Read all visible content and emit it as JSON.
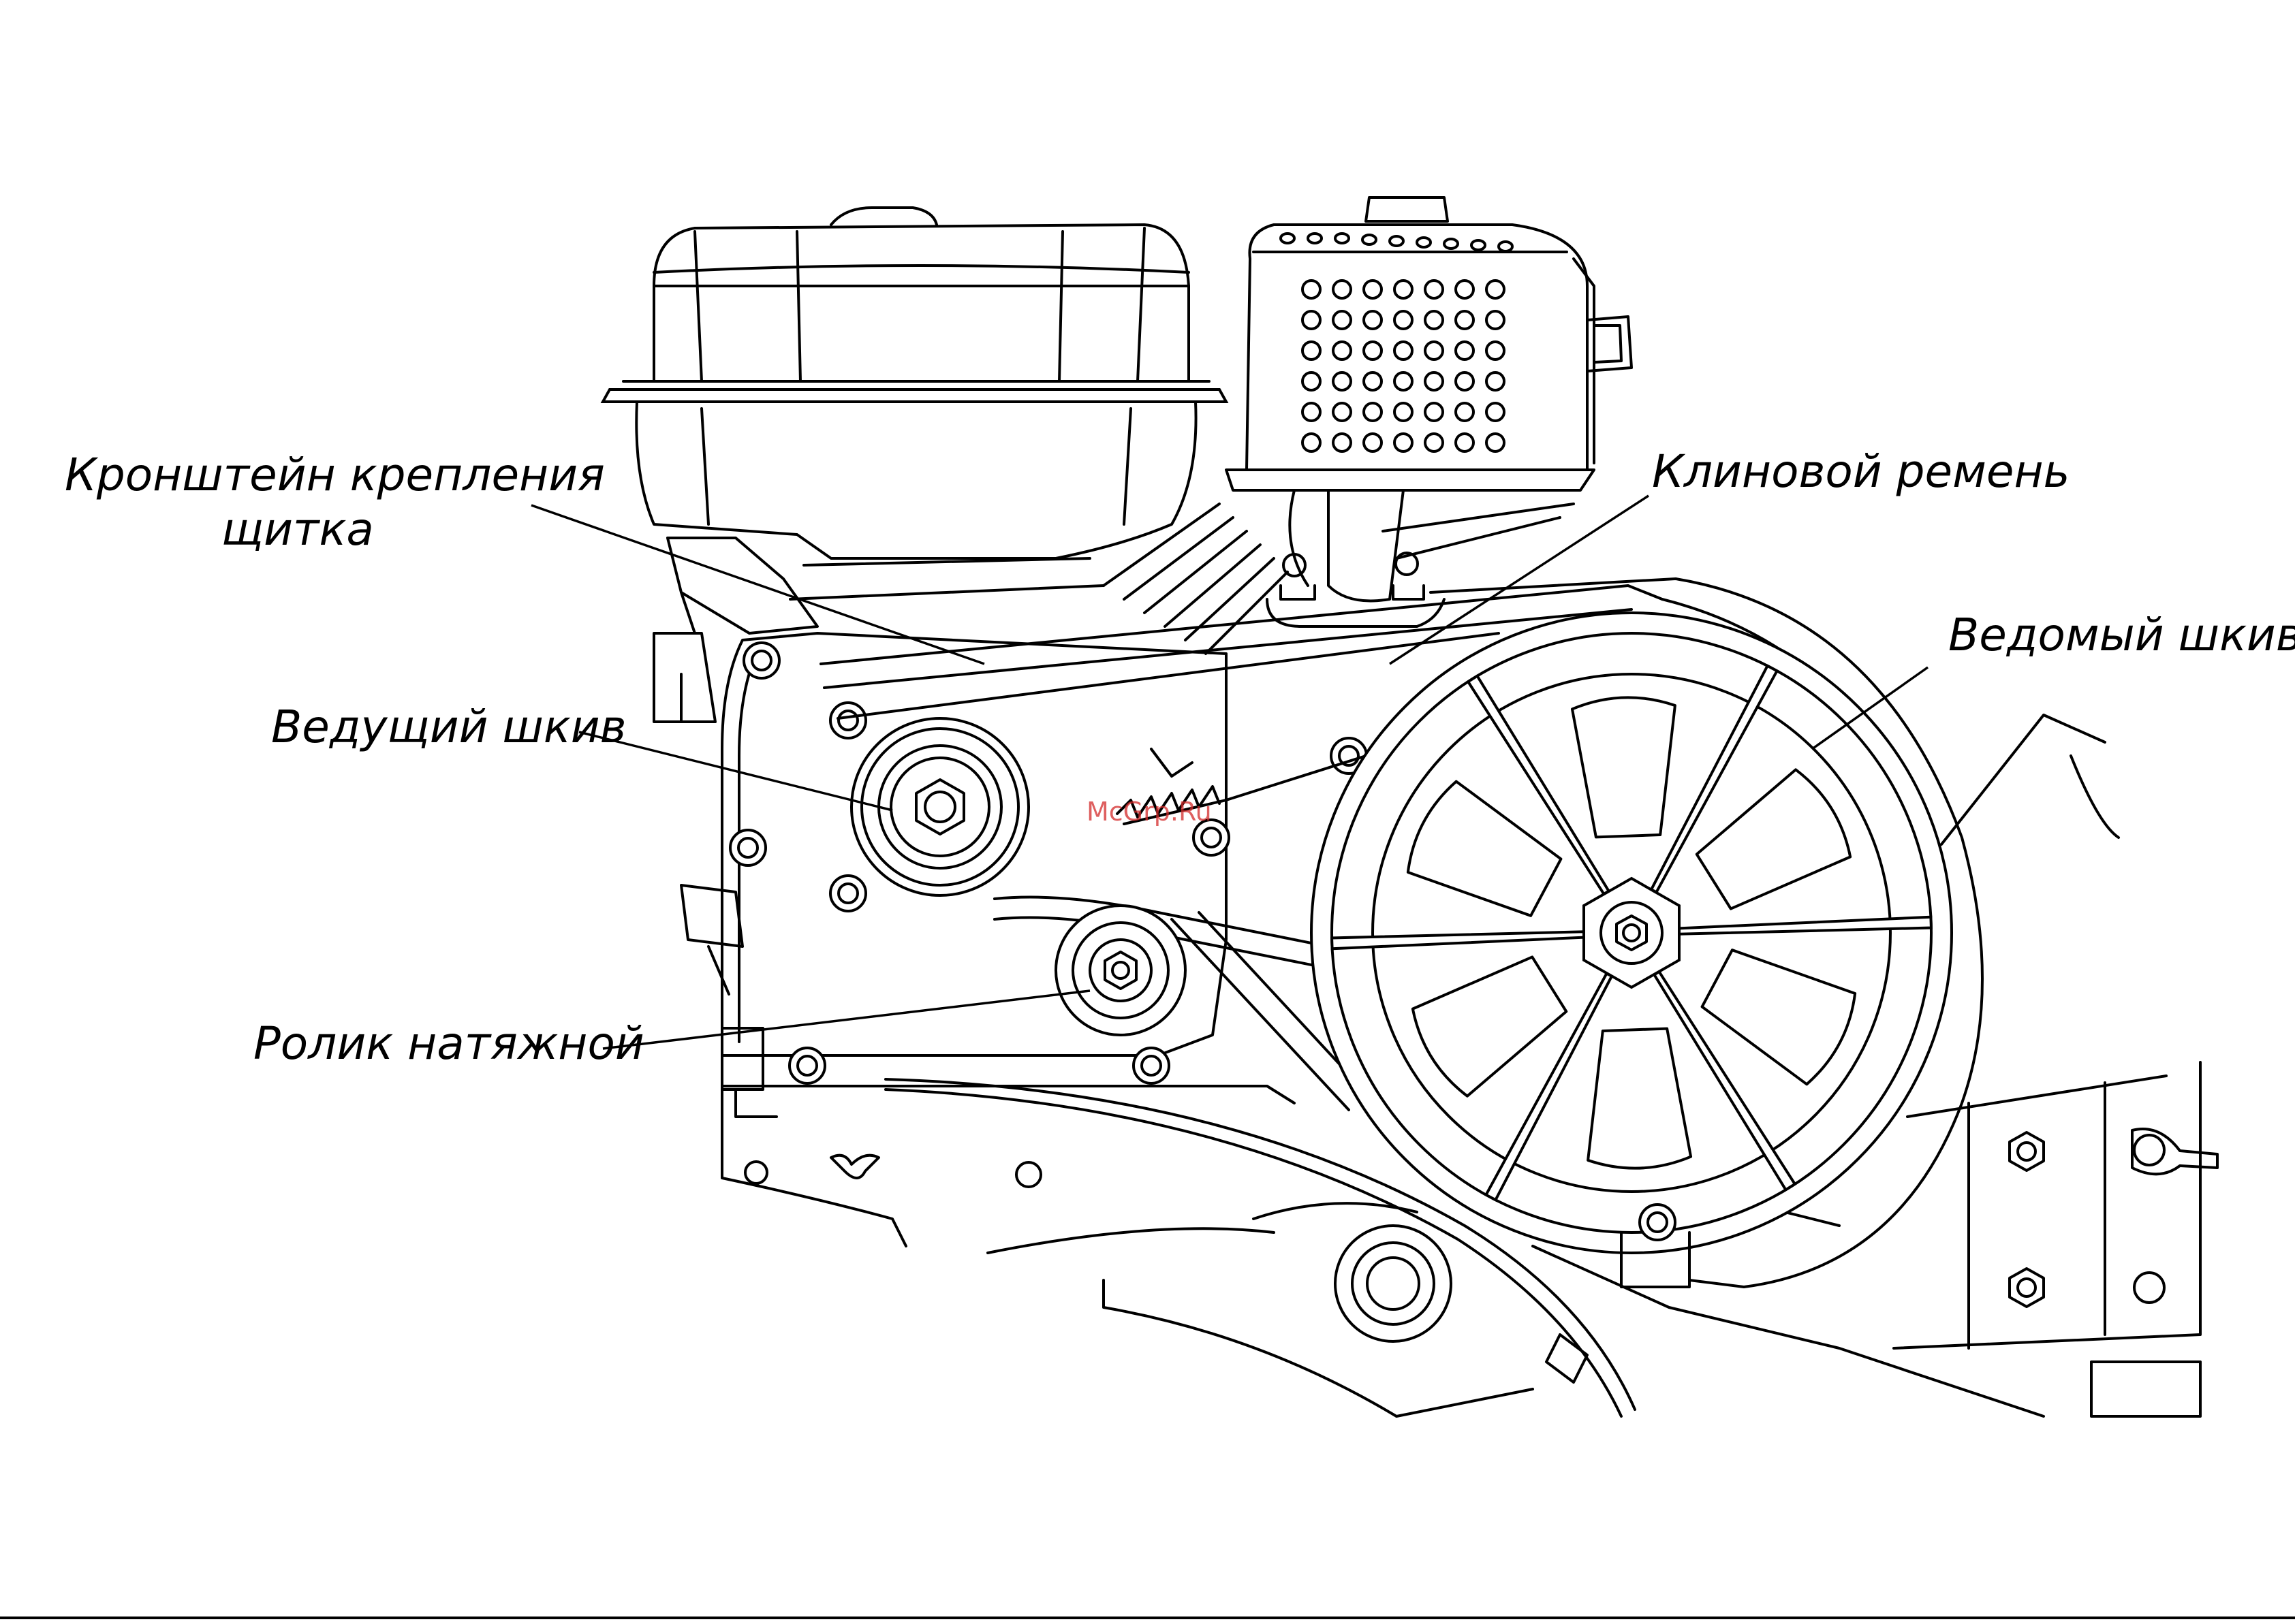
{
  "labels": {
    "bracket_line1": "Кронштейн крепления",
    "bracket_line2": "щитка",
    "v_belt": "Клиновой ремень",
    "driven_pulley": "Ведомый шкив",
    "drive_pulley": "Ведущий шкив",
    "tension_roller": "Ролик натяжной"
  },
  "watermark": "McGrp.Ru",
  "colors": {
    "line": "#000000",
    "background": "#ffffff",
    "watermark": "#d42a2a"
  }
}
